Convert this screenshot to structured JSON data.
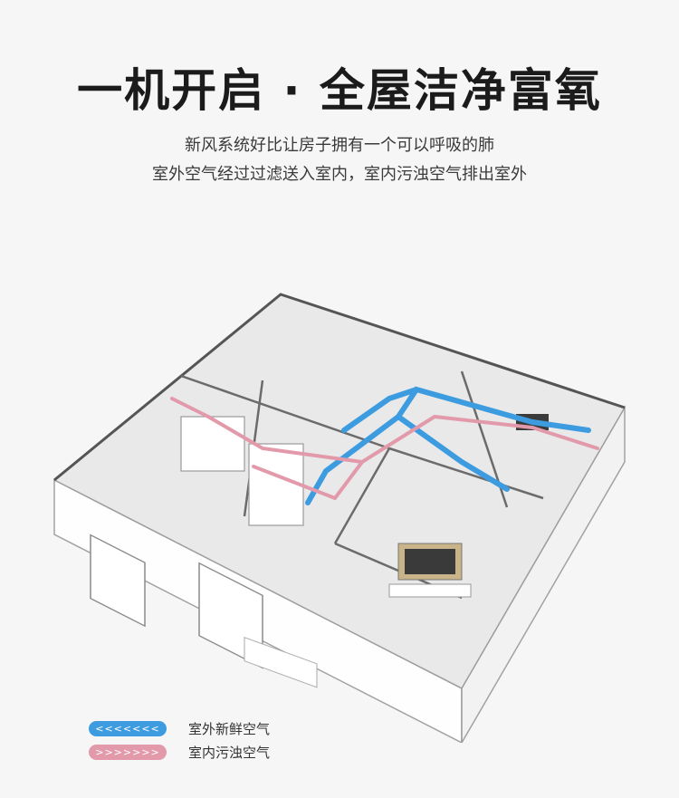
{
  "heading": {
    "title": "一机开启 · 全屋洁净富氧",
    "line1": "新风系统好比让房子拥有一个可以呼吸的肺",
    "line2": "室外空气经过过滤送入室内，室内污浊空气排出室外"
  },
  "legend": {
    "fresh": {
      "label": "室外新鲜空气",
      "color": "#3d9be0",
      "arrows": "<<<<<<<"
    },
    "exhaust": {
      "label": "室内污浊空气",
      "color": "#e29aab",
      "arrows": ">>>>>>>"
    }
  },
  "illustration": {
    "name": "house-cutaway",
    "icon": "fresh-air-system-house"
  }
}
